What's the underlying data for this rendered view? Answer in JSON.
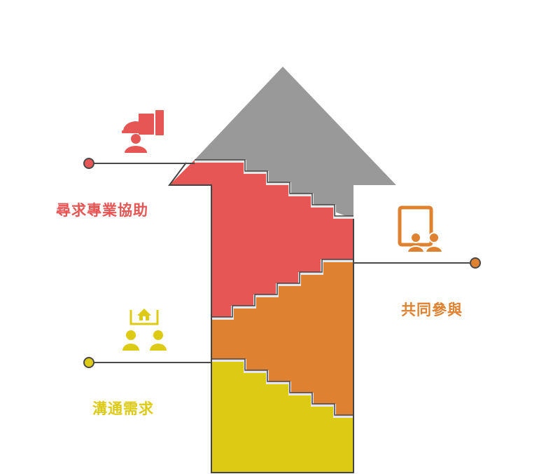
{
  "colors": {
    "gray": "#999999",
    "red": "#E55655",
    "orange": "#DE8130",
    "yellow": "#DDCA15",
    "outline": "#444444",
    "step_highlight": "#E6E6E6",
    "line": "#4A4A4A"
  },
  "steps": [
    {
      "label": "尋求專業協助",
      "color_key": "red",
      "icon": "construction-worker-board-icon"
    },
    {
      "label": "共同參與",
      "color_key": "orange",
      "icon": "meeting-board-icon"
    },
    {
      "label": "溝通需求",
      "color_key": "yellow",
      "icon": "people-sharing-home-icon"
    }
  ]
}
